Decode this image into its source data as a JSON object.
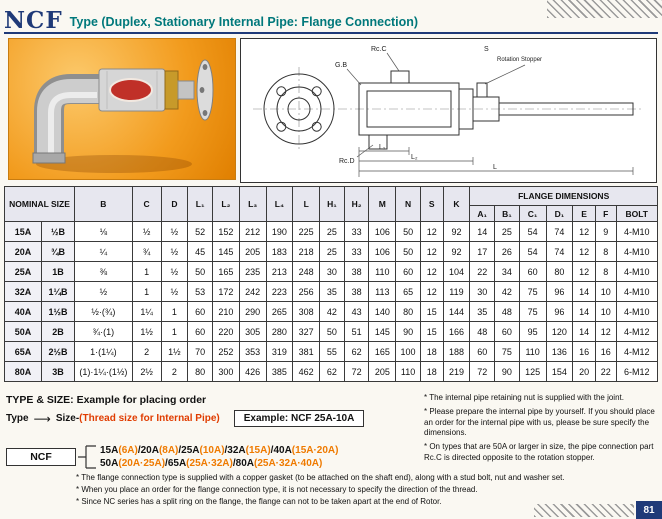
{
  "header": {
    "code": "NCF",
    "title": "Type (Duplex, Stationary Internal Pipe: Flange Connection)"
  },
  "drawing": {
    "labels": {
      "rcc": "Rc.C",
      "gb": "G.B",
      "s": "S",
      "rotation_stopper": "Rotation Stopper",
      "rcd": "Rc.D",
      "dim_l1": "L₁",
      "dim_l2": "L₂",
      "dim_l": "L"
    }
  },
  "table": {
    "headers": {
      "nominal": "NOMINAL SIZE",
      "cols": [
        "B",
        "C",
        "D",
        "L₁",
        "L₂",
        "L₃",
        "L₄",
        "L",
        "H₁",
        "H₂",
        "M",
        "N",
        "S",
        "K"
      ],
      "flange_group": "FLANGE DIMENSIONS",
      "flange_cols": [
        "A₁",
        "B₁",
        "C₁",
        "D₁",
        "E",
        "F"
      ],
      "bolt": "BOLT"
    },
    "rows": [
      [
        "15A",
        "½B",
        "⅛",
        "½",
        "½",
        "52",
        "152",
        "212",
        "190",
        "225",
        "25",
        "33",
        "106",
        "50",
        "12",
        "92",
        "14",
        "25",
        "54",
        "74",
        "12",
        "9",
        "4-M10"
      ],
      [
        "20A",
        "¾B",
        "¼",
        "¾",
        "½",
        "45",
        "145",
        "205",
        "183",
        "218",
        "25",
        "33",
        "106",
        "50",
        "12",
        "92",
        "17",
        "26",
        "54",
        "74",
        "12",
        "8",
        "4-M10"
      ],
      [
        "25A",
        "1B",
        "⅜",
        "1",
        "½",
        "50",
        "165",
        "235",
        "213",
        "248",
        "30",
        "38",
        "110",
        "60",
        "12",
        "104",
        "22",
        "34",
        "60",
        "80",
        "12",
        "8",
        "4-M10"
      ],
      [
        "32A",
        "1¼B",
        "½",
        "1",
        "½",
        "53",
        "172",
        "242",
        "223",
        "256",
        "35",
        "38",
        "113",
        "65",
        "12",
        "119",
        "30",
        "42",
        "75",
        "96",
        "14",
        "10",
        "4-M10"
      ],
      [
        "40A",
        "1½B",
        "½·(¾)",
        "1¼",
        "1",
        "60",
        "210",
        "290",
        "265",
        "308",
        "42",
        "43",
        "140",
        "80",
        "15",
        "144",
        "35",
        "48",
        "75",
        "96",
        "14",
        "10",
        "4-M10"
      ],
      [
        "50A",
        "2B",
        "¾·(1)",
        "1½",
        "1",
        "60",
        "220",
        "305",
        "280",
        "327",
        "50",
        "51",
        "145",
        "90",
        "15",
        "166",
        "48",
        "60",
        "95",
        "120",
        "14",
        "12",
        "4-M12"
      ],
      [
        "65A",
        "2½B",
        "1·(1¼)",
        "2",
        "1½",
        "70",
        "252",
        "353",
        "319",
        "381",
        "55",
        "62",
        "165",
        "100",
        "18",
        "188",
        "60",
        "75",
        "110",
        "136",
        "16",
        "16",
        "4-M12"
      ],
      [
        "80A",
        "3B",
        "(1)·1¼·(1½)",
        "2½",
        "2",
        "80",
        "300",
        "426",
        "385",
        "462",
        "62",
        "72",
        "205",
        "110",
        "18",
        "219",
        "72",
        "90",
        "125",
        "154",
        "20",
        "22",
        "6-M12"
      ]
    ]
  },
  "order": {
    "heading": "TYPE & SIZE: Example for placing order",
    "type_label": "Type",
    "arrow": "⟶",
    "size_label": "Size-",
    "size_note": "(Thread size for Internal Pipe)",
    "example": "Example: NCF 25A-10A",
    "series": "NCF",
    "line1": [
      {
        "t": "15A"
      },
      {
        "t": "(6A)",
        "a": true
      },
      {
        "t": "/20A"
      },
      {
        "t": "(8A)",
        "a": true
      },
      {
        "t": "/25A"
      },
      {
        "t": "(10A)",
        "a": true
      },
      {
        "t": "/32A"
      },
      {
        "t": "(15A)",
        "a": true
      },
      {
        "t": "/40A"
      },
      {
        "t": "(15A·20A)",
        "a": true
      }
    ],
    "line2": [
      {
        "t": "50A"
      },
      {
        "t": "(20A·25A)",
        "a": true
      },
      {
        "t": "/65A"
      },
      {
        "t": "(25A·32A)",
        "a": true
      },
      {
        "t": "/80A"
      },
      {
        "t": "(25A·32A·40A)",
        "a": true
      }
    ]
  },
  "notes": {
    "right": [
      "* The internal pipe retaining nut is supplied with the joint.",
      "* Please prepare the internal pipe by yourself. If you should place an order for the internal pipe with us, please be sure specify the dimensions.",
      "* On types that are 50A or larger in size, the pipe connection part Rc.C is directed opposite to the rotation stopper."
    ],
    "bottom": [
      "* The flange connection type is supplied with a copper gasket (to be attached on the shaft end), along with a stud bolt, nut and washer set.",
      "* When you place an order for the flange connection type, it is not necessary to specify the direction of the thread.",
      "* Since NC series has a split ring on the flange, the flange can not to be taken apart at the end of Rotor."
    ]
  },
  "footer": {
    "page": "81"
  }
}
